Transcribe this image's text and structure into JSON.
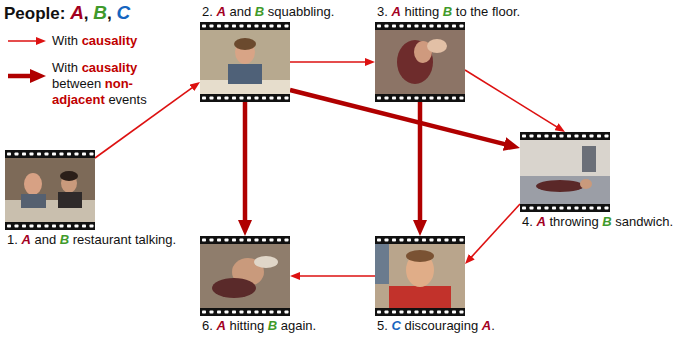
{
  "diagram": {
    "nodes": [
      {
        "text": [
          "1. A and B restaurant talking."
        ]
      },
      {
        "text": [
          "2. A and B squabbling."
        ]
      },
      {
        "text": [
          "3. A hitting B to the floor."
        ]
      },
      {
        "text": [
          "4. A throwing B sandwich."
        ]
      },
      {
        "text": [
          "5. C discouraging A."
        ]
      },
      {
        "text": [
          "6. A hitting B again."
        ]
      }
    ],
    "edges": [
      {
        "from": 0,
        "to": 1,
        "arrow": "to"
      },
      {
        "from": 1,
        "to": 2,
        "arrow": "to"
      },
      {
        "from": 1,
        "to": 5,
        "arrow": "to"
      },
      {
        "from": 1,
        "to": 3,
        "arrow": "to"
      },
      {
        "from": 2,
        "to": 3,
        "arrow": "to"
      },
      {
        "from": 2,
        "to": 4,
        "arrow": "to"
      },
      {
        "from": 3,
        "to": 4,
        "arrow": "to"
      },
      {
        "from": 4,
        "to": 5,
        "arrow": "to"
      }
    ],
    "labels": [
      "People: A, B, C"
    ],
    "legend": [
      {
        "text": "With causality"
      },
      {
        "text": "With causality between non-adjacent events"
      }
    ]
  }
}
